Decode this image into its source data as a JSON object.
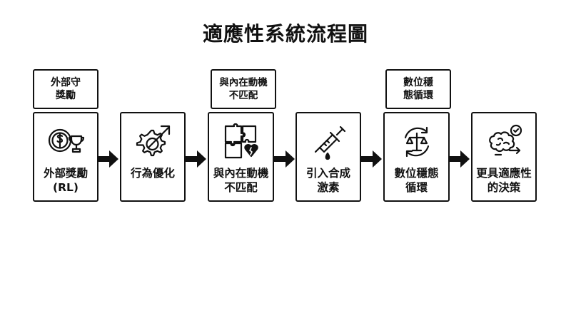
{
  "title": "適應性系統流程圖",
  "top_notes": [
    {
      "text": "外部守\n獎勵"
    },
    {
      "text": "與內在動機\n不匹配"
    },
    {
      "text": "數位穩\n態循環"
    }
  ],
  "steps": [
    {
      "label": "外部獎勵\n(RL)",
      "icon": "reward-icon"
    },
    {
      "label": "行為優化",
      "icon": "gear-arrow-icon"
    },
    {
      "label": "與內在動機\n不匹配",
      "icon": "puzzle-broken-heart-icon"
    },
    {
      "label": "引入合成\n激素",
      "icon": "syringe-icon"
    },
    {
      "label": "數位穩態\n循環",
      "icon": "balance-cycle-icon"
    },
    {
      "label": "更具適應性\n的決策",
      "icon": "brain-check-icon"
    }
  ],
  "colors": {
    "stroke": "#111111",
    "background": "#ffffff"
  }
}
